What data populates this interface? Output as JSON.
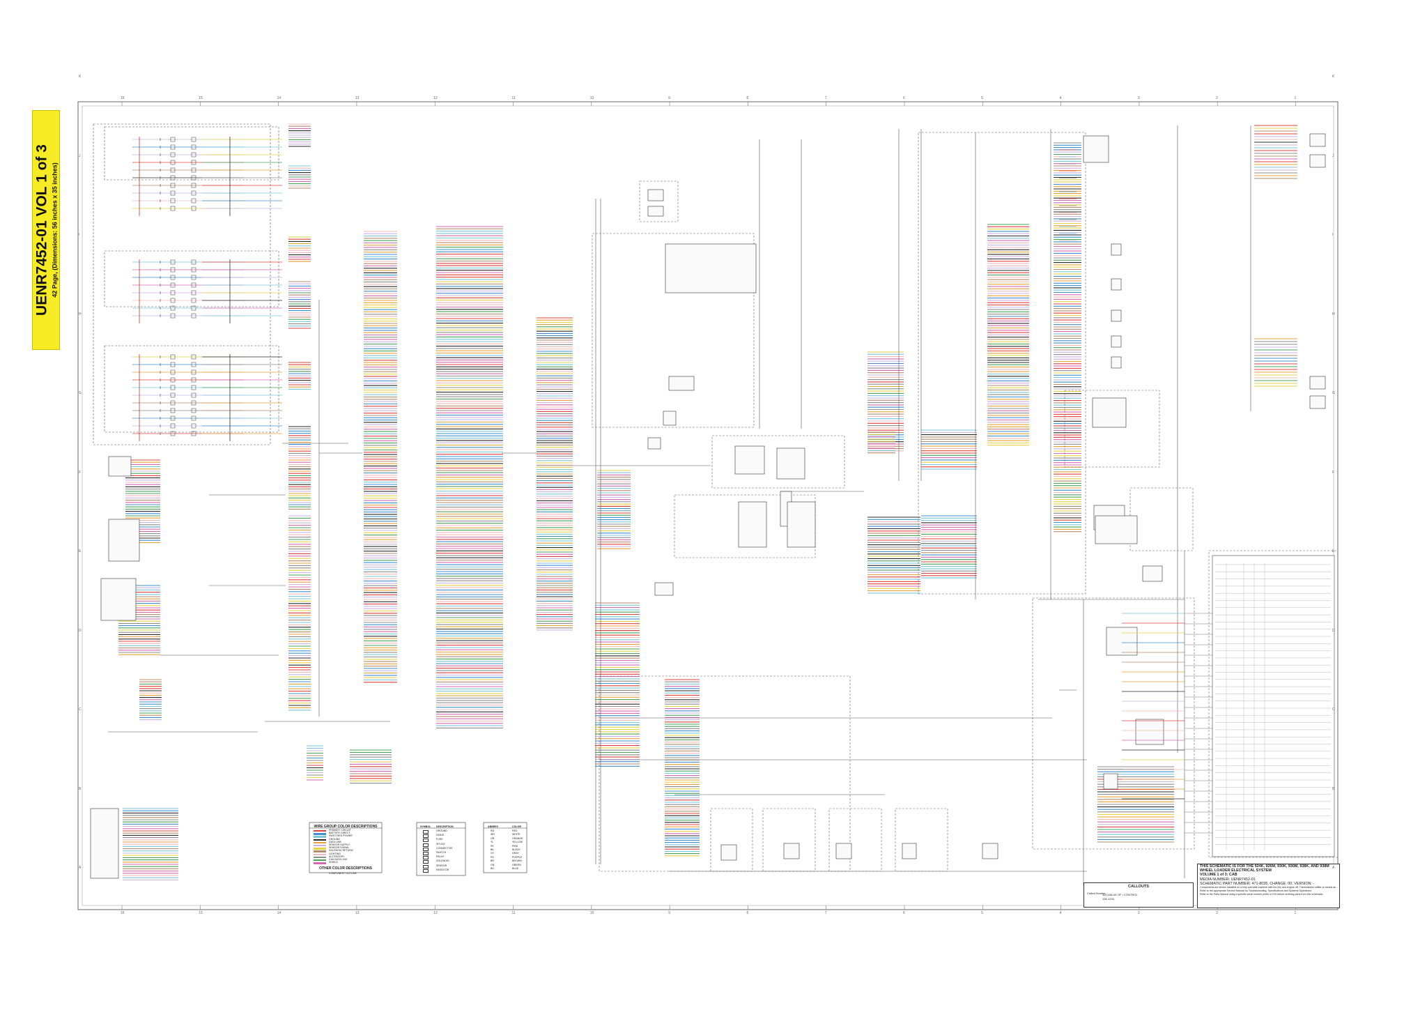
{
  "title_tag": {
    "doc_id": "UENR7452-01 VOL 1 of 3",
    "subtitle": "42 Page, (Dimensions: 56 inches x 35 inches)",
    "color": "#f7ec23"
  },
  "border": {
    "columns": [
      "16",
      "15",
      "14",
      "13",
      "12",
      "11",
      "10",
      "9",
      "8",
      "7",
      "6",
      "5",
      "4",
      "3",
      "2",
      "1"
    ],
    "rows": [
      "A",
      "B",
      "C",
      "D",
      "E",
      "F",
      "G",
      "H",
      "I",
      "J",
      "K"
    ]
  },
  "wire_colors": [
    "#e0413c",
    "#3d8fd1",
    "#7ac6dc",
    "#2a2a2a",
    "#e8a03a",
    "#c9b4e0",
    "#e5d24a",
    "#b78b6e",
    "#f2b8b8",
    "#8c8c8c",
    "#4aa35b",
    "#d46ab0"
  ],
  "legend": {
    "wire_group": {
      "title": "WIRE GROUP COLOR DESCRIPTIONS",
      "items": [
        "PRIMARY CIRCUIT",
        "BATTERY DIRECT",
        "SWITCHED POWER",
        "GROUND",
        "DATA LINK",
        "SENSOR SUPPLY",
        "SENSOR SIGNAL",
        "SOLENOID RETURN",
        "LIGHTING",
        "ACCESSORY",
        "CAN DATA LINK",
        "SHIELD"
      ]
    },
    "other_color": {
      "title": "OTHER COLOR DESCRIPTIONS",
      "items": [
        "COMPONENT OUTLINE"
      ]
    },
    "symbols": {
      "header": [
        "SYMBOL",
        "DESCRIPTION"
      ],
      "items": [
        "GROUND",
        "DIODE",
        "FUSE",
        "SPLICE",
        "CONNECTOR",
        "SWITCH",
        "RELAY",
        "SOLENOID",
        "SENSOR",
        "RESISTOR"
      ]
    },
    "colors": {
      "header": [
        "ABBREV",
        "COLOR"
      ],
      "rows": [
        [
          "RD",
          "RED"
        ],
        [
          "WH",
          "WHITE"
        ],
        [
          "OR",
          "ORANGE"
        ],
        [
          "YL",
          "YELLOW"
        ],
        [
          "PK",
          "PINK"
        ],
        [
          "BK",
          "BLACK"
        ],
        [
          "GY",
          "GRAY"
        ],
        [
          "PU",
          "PURPLE"
        ],
        [
          "BR",
          "BROWN"
        ],
        [
          "GN",
          "GREEN"
        ],
        [
          "BU",
          "BLUE"
        ]
      ]
    }
  },
  "callouts": {
    "title": "CALLOUTS",
    "label": "Callout Number",
    "example_1": "100-VALUE OF • CONTROL",
    "example_2": "136-1234"
  },
  "info_box": {
    "line1": "THIS SCHEMATIC IS FOR THE 924K, 926M, 930K, 930M, 938K, AND 938M",
    "line2": "WHEEL LOADER ELECTRICAL SYSTEM",
    "line3": "VOLUME 1 of 3: CAB",
    "line4": "MEDIA NUMBER: UENR7452-01",
    "line5": "SCHEMATIC PART NUMBER: 471-8035, CHANGE: 00, VERSION: -",
    "line6": "Components are shown installed on a fully operable machine with the key and engine off. Transmission shifter is neutral and with parking brake set.",
    "line7": "Refer to the appropriate Service Manual for Troubleshooting, Specifications and Systems Operations.",
    "line8": "Refer to the Parts Manual using a specific serial number prefix or ESI before ordering parts from this schematic."
  }
}
